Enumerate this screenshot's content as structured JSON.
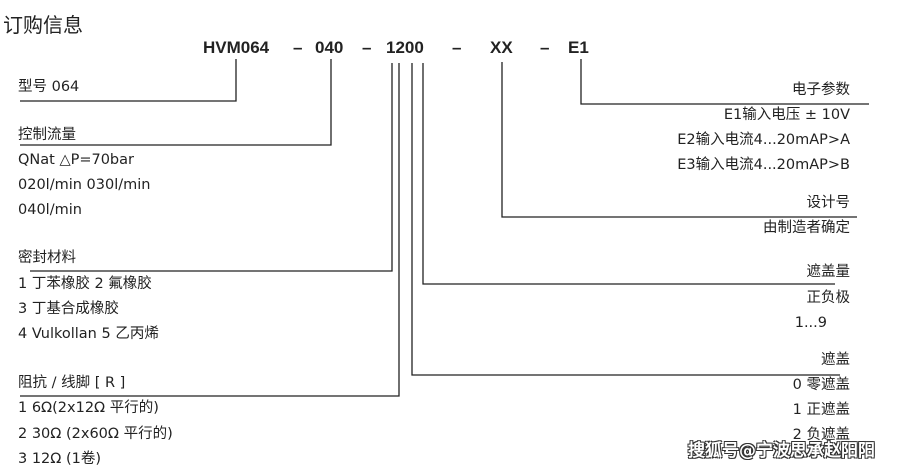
{
  "title": "订购信息",
  "code": {
    "model": "HVM064",
    "sep": "–",
    "flow": "040",
    "mid": "1200",
    "design": "XX",
    "elec": "E1"
  },
  "left": {
    "model": {
      "heading": "型号 064"
    },
    "flow": {
      "heading": "控制流量",
      "items": [
        "QNat △P=70bar",
        "020l/min  030l/min",
        "040l/min"
      ]
    },
    "seal": {
      "heading": "密封材料",
      "items": [
        "1 丁苯橡胶   2 氟橡胶",
        "3 丁基合成橡胶",
        "4 Vulkollan   5 乙丙烯"
      ]
    },
    "resistance": {
      "heading": "阻抗 / 线脚 [ R ]",
      "items": [
        "1  6Ω(2x12Ω 平行的)",
        "2  30Ω (2x60Ω  平行的)",
        "3  12Ω (1卷)"
      ]
    }
  },
  "right": {
    "electronics": {
      "heading": "电子参数",
      "items": [
        "E1输入电压 ±  10V",
        "E2输入电流4...20mAP>A",
        "E3输入电流4...20mAP>B"
      ]
    },
    "design": {
      "heading": "设计号",
      "items": [
        "由制造者确定"
      ]
    },
    "overlap_amount": {
      "heading": "遮盖量",
      "items": [
        "正负极",
        "1...9"
      ]
    },
    "overlap": {
      "heading": "遮盖",
      "items": [
        "0 零遮盖",
        "1 正遮盖",
        "2 负遮盖"
      ]
    }
  },
  "watermark": "搜狐号@宁波思承赵阳阳"
}
